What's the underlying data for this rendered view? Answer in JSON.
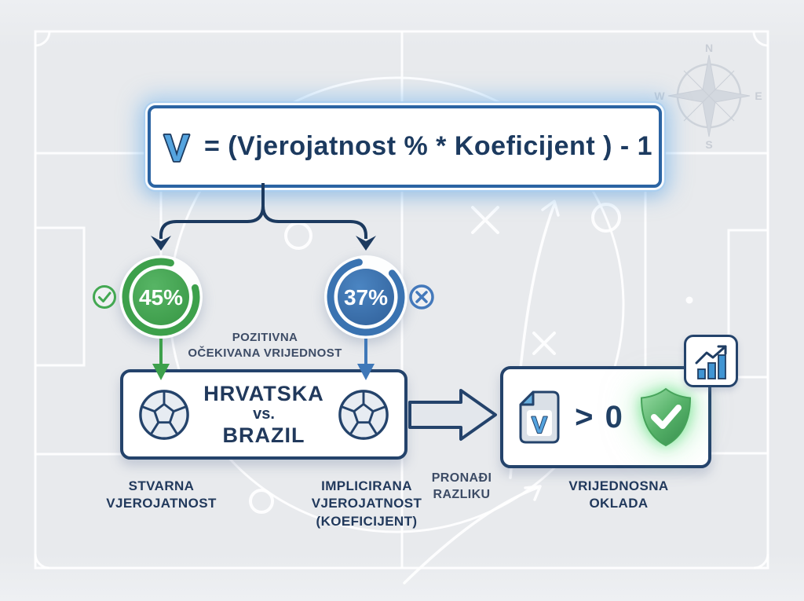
{
  "formula": {
    "variable": "V",
    "expression": "= (Vjerojatnost % * Koeficijent ) - 1"
  },
  "probabilities": {
    "real": {
      "value": "45%",
      "label": "STVARNA\nVJEROJATNOST",
      "color": "#3da04b"
    },
    "implied": {
      "value": "37%",
      "label": "IMPLICIRANA\nVJEROJATNOST\n(KOEFICIJENT)",
      "color": "#3a73b1"
    }
  },
  "annotations": {
    "positive_ev": "POZITIVNA\nOČEKIVANA VRIJEDNOST",
    "find_difference": "PRONAĐI\nRAZLIKU",
    "value_bet": "VRIJEDNOSNA\nOKLADA"
  },
  "match": {
    "home": "HRVATSKA",
    "separator": "vs.",
    "away": "BRAZIL"
  },
  "result": {
    "document_letter": "V",
    "comparison": "> 0"
  },
  "compass": {
    "north": "N",
    "east": "E",
    "south": "S",
    "west": "W"
  },
  "colors": {
    "navy": "#21395c",
    "box_border": "#24436b",
    "formula_border": "#2b64a3",
    "green": "#3da04b",
    "blue": "#3a73b1",
    "light_blue": "#55a4df",
    "shield_green": "#3f9e52",
    "pitch_line": "#ffffff"
  },
  "icons": {
    "check": "check-circle-icon",
    "cross": "x-circle-icon",
    "soccer_ball": "soccer-ball-icon",
    "document": "document-v-icon",
    "shield": "shield-check-icon",
    "bar_chart": "bar-chart-icon",
    "compass": "compass-icon"
  }
}
